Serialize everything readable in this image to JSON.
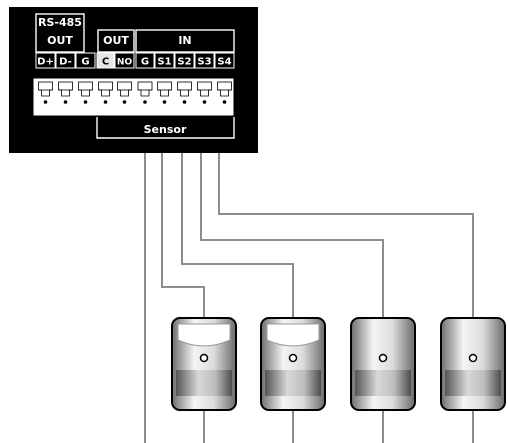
{
  "panel": {
    "group_labels": {
      "rs485_line1": "RS-485",
      "rs485_line2": "OUT",
      "out": "OUT",
      "in": "IN"
    },
    "terminals": [
      "D+",
      "D-",
      "G",
      "C",
      "NO",
      "G",
      "S1",
      "S2",
      "S3",
      "S4"
    ],
    "sensor_label": "Sensor"
  },
  "sensors": [
    {
      "style": "open-top"
    },
    {
      "style": "open-top"
    },
    {
      "style": "dome"
    },
    {
      "style": "dome"
    }
  ],
  "colors": {
    "panel": "#000000",
    "wire": "#8c8c8c",
    "terminal_block": "#ffffff"
  }
}
